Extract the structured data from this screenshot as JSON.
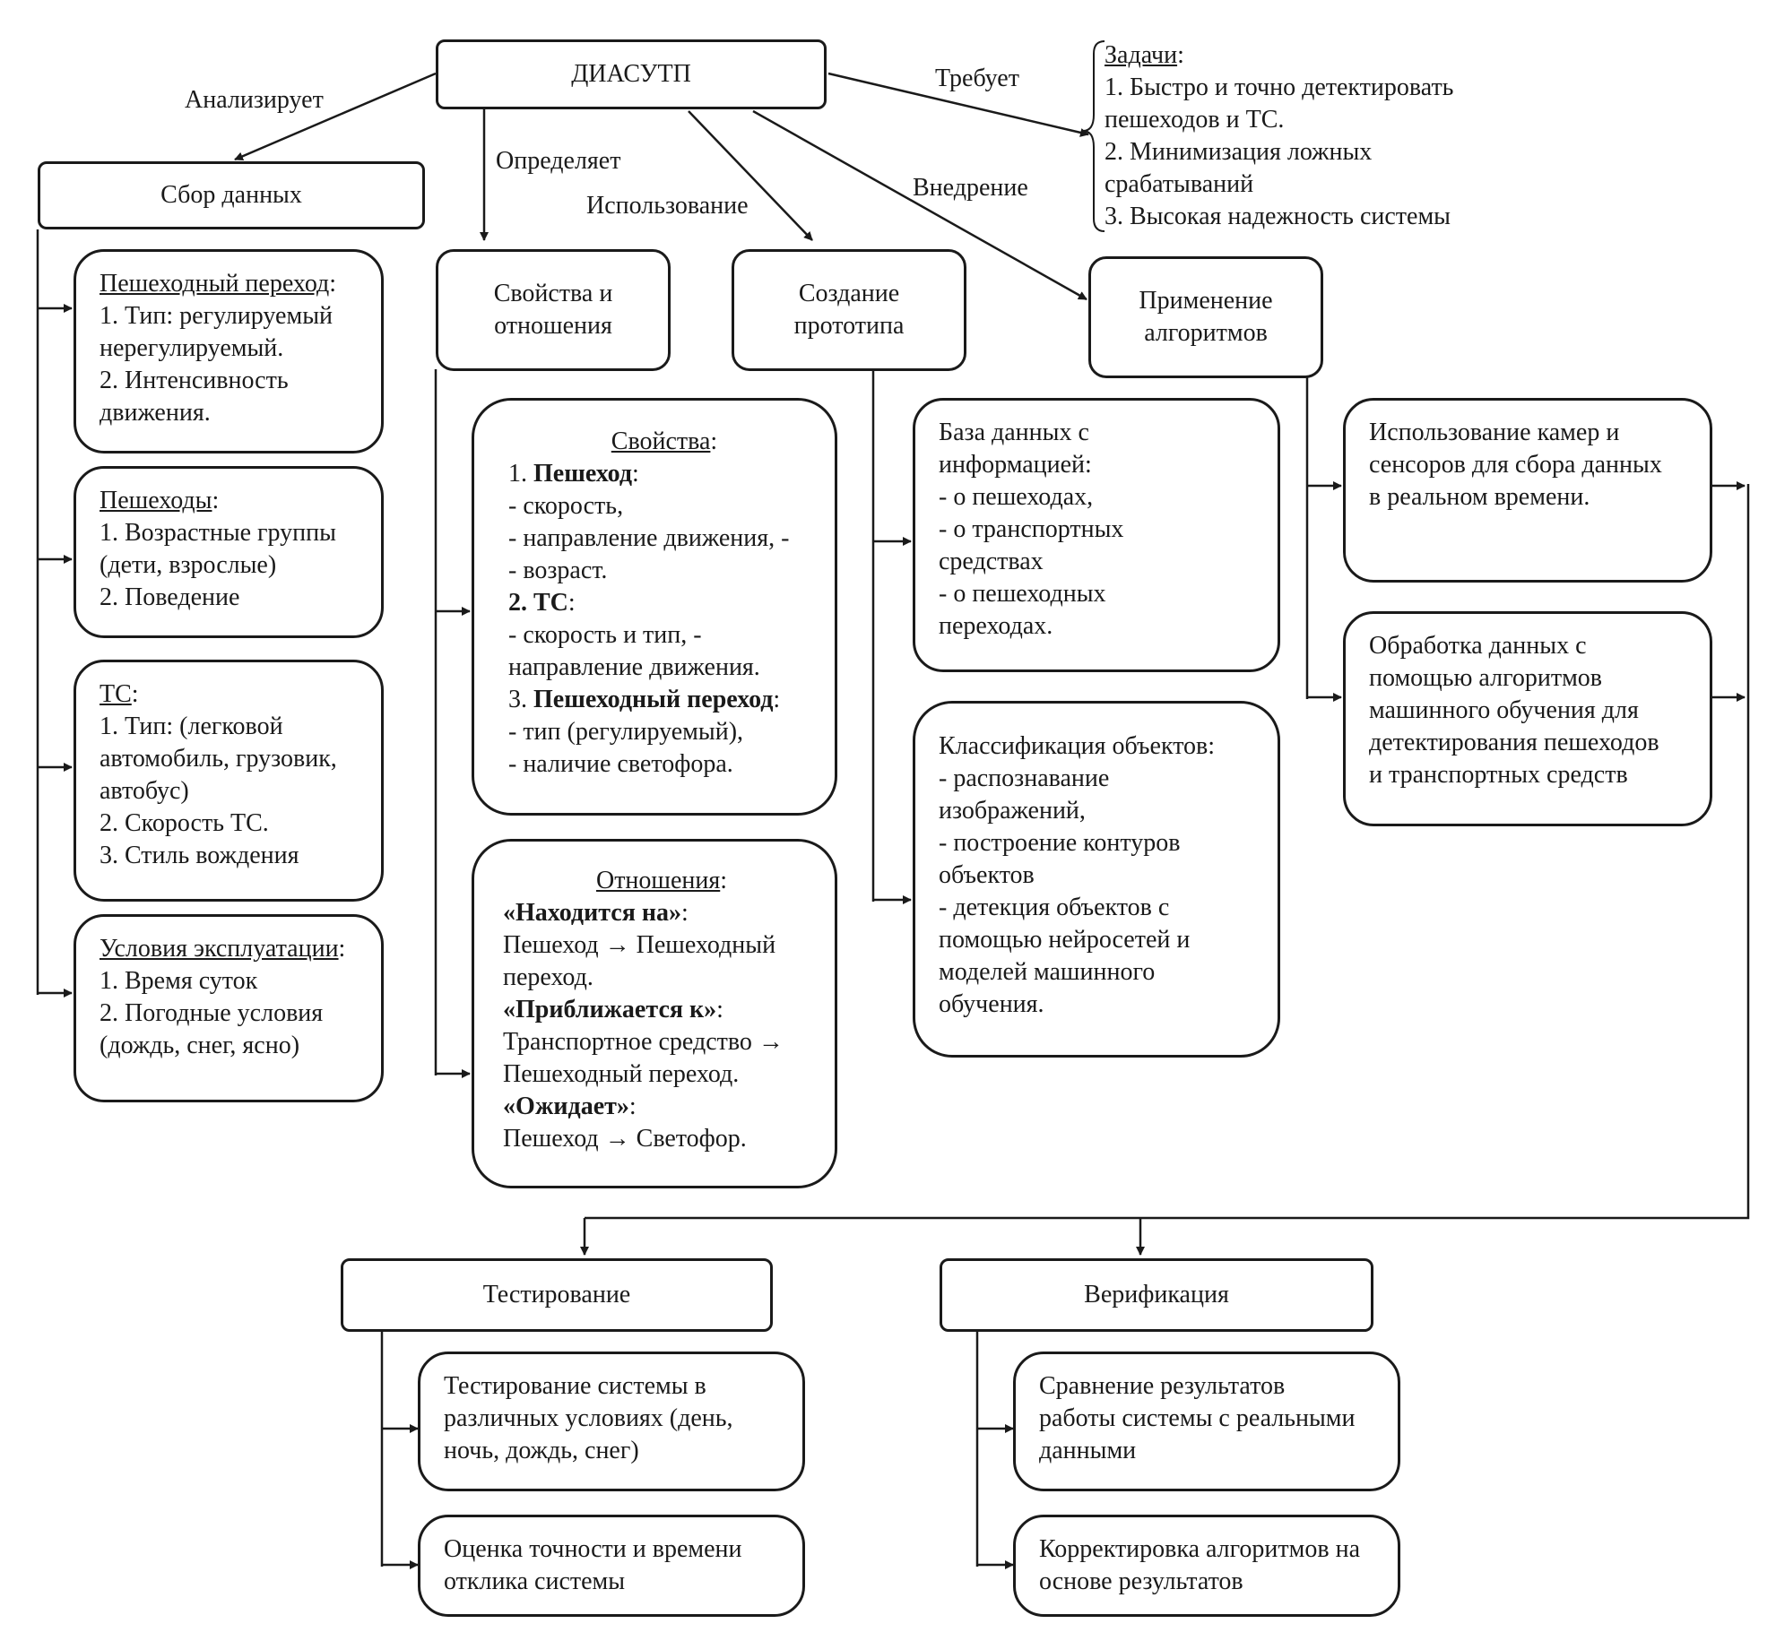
{
  "root": "ДИАСУТП",
  "edges": {
    "analyzes": "Анализирует",
    "defines": "Определяет",
    "usage": "Использование",
    "deployment": "Внедрение",
    "requires": "Требует"
  },
  "tasks": {
    "title": "Задачи",
    "lines": [
      "1. Быстро и точно детектировать",
      "пешеходов и ТС.",
      "2. Минимизация ложных",
      "срабатываний",
      "3. Высокая надежность системы"
    ]
  },
  "data_collection": {
    "title": "Сбор данных",
    "crossing": {
      "title": "Пешеходный переход",
      "lines": [
        "1. Тип: регулируемый",
        "нерегулируемый.",
        "2. Интенсивность",
        "движения."
      ]
    },
    "pedestrians": {
      "title": "Пешеходы",
      "lines": [
        "1. Возрастные группы",
        "(дети, взрослые)",
        "2. Поведение"
      ]
    },
    "vehicles": {
      "title": "ТС",
      "lines": [
        "1. Тип: (легковой",
        "автомобиль, грузовик,",
        "автобус)",
        "2. Скорость ТС.",
        "3. Стиль вождения"
      ]
    },
    "conditions": {
      "title": "Условия эксплуатации",
      "lines": [
        "1. Время суток",
        "2. Погодные условия",
        "(дождь, снег, ясно)"
      ]
    }
  },
  "properties_relations": {
    "title_line1": "Свойства и",
    "title_line2": "отношения",
    "properties": {
      "title": "Свойства",
      "l1_num": "1. ",
      "l1_bold": "Пешеход",
      "l2": "- скорость,",
      "l3": "- направление движения, -",
      "l4": "- возраст.",
      "l5_bold": "2. ТС",
      "l6": "- скорость и тип, -",
      "l7": "направление движения.",
      "l8_num": "3. ",
      "l8_bold": "Пешеходный переход",
      "l9": "- тип (регулируемый),",
      "l10": "- наличие светофора."
    },
    "relations": {
      "title": "Отношения",
      "r1_bold": "«Находится на»",
      "r1_a": "Пешеход → Пешеходный",
      "r1_b": "переход.",
      "r2_bold": "«Приближается к»",
      "r2_a": "Транспортное средство →",
      "r2_b": "Пешеходный переход.",
      "r3_bold": "«Ожидает»",
      "r3_a": "Пешеход → Светофор."
    }
  },
  "prototype": {
    "title_line1": "Создание",
    "title_line2": "прототипа",
    "database": {
      "lines": [
        "База данных с",
        "информацией:",
        "- о пешеходах,",
        "- о транспортных",
        "средствах",
        "- о пешеходных",
        "переходах."
      ]
    },
    "classification": {
      "lines": [
        "Классификация объектов:",
        "- распознавание",
        "изображений,",
        "- построение контуров",
        "объектов",
        "- детекция объектов с",
        "помощью нейросетей и",
        "моделей машинного",
        "обучения."
      ]
    }
  },
  "algorithms": {
    "title_line1": "Применение",
    "title_line2": "алгоритмов",
    "cameras": {
      "lines": [
        "Использование камер и",
        "сенсоров для сбора данных",
        "в реальном времени."
      ]
    },
    "processing": {
      "lines": [
        "Обработка данных с",
        "помощью алгоритмов",
        "машинного обучения для",
        "детектирования пешеходов",
        "и транспортных средств"
      ]
    }
  },
  "testing": {
    "title": "Тестирование",
    "conditions": {
      "lines": [
        "Тестирование системы в",
        "различных условиях (день,",
        "ночь, дождь, снег)"
      ]
    },
    "accuracy": {
      "lines": [
        "Оценка точности и времени",
        "отклика системы"
      ]
    }
  },
  "verification": {
    "title": "Верификация",
    "compare": {
      "lines": [
        "Сравнение результатов",
        "работы системы с реальными",
        "данными"
      ]
    },
    "adjust": {
      "lines": [
        "Корректировка алгоритмов на",
        "основе результатов"
      ]
    }
  }
}
